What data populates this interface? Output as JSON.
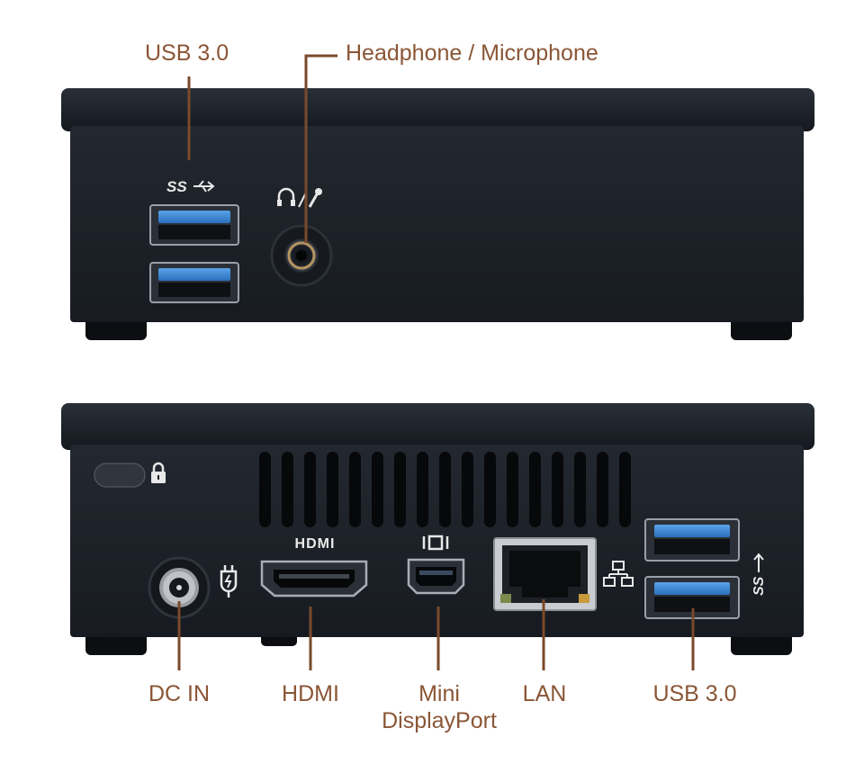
{
  "colors": {
    "leader": "#7a4a2a",
    "label": "#8a5636",
    "chassis": "#1a1f26",
    "usb_blue": "#2f7fd0"
  },
  "front_panel": {
    "labels": {
      "usb": "USB 3.0",
      "audio": "Headphone / Microphone"
    },
    "icons": [
      "superspeed-usb-icon",
      "headphone-microphone-icon"
    ]
  },
  "rear_panel": {
    "labels": {
      "dc_in": "DC IN",
      "hdmi": "HDMI",
      "mini_dp_line1": "Mini",
      "mini_dp_line2": "DisplayPort",
      "lan": "LAN",
      "usb": "USB 3.0"
    },
    "printed_marks": {
      "hdmi_logo": "HDMI"
    },
    "icons": [
      "kensington-lock-icon",
      "power-plug-icon",
      "display-port-icon",
      "network-icon",
      "superspeed-usb-icon"
    ]
  }
}
